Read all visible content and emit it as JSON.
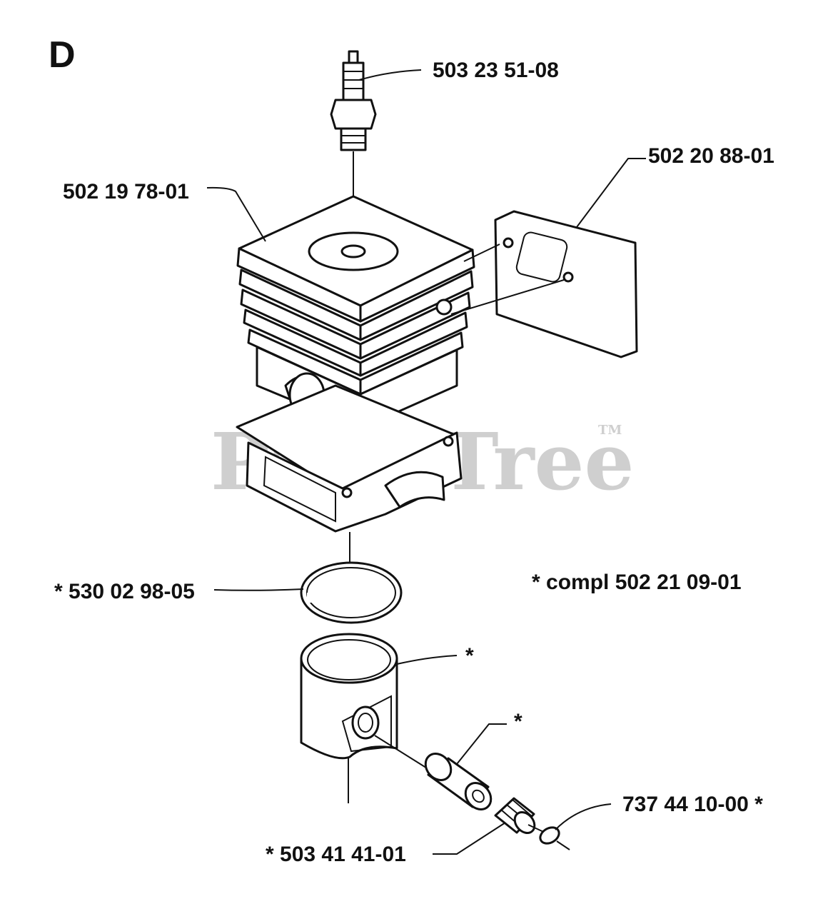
{
  "section_letter": "D",
  "watermark": {
    "text": "PartsTree",
    "tm": "TM"
  },
  "labels": {
    "spark_plug": "503 23 51-08",
    "gasket": "502 20 88-01",
    "cylinder": "502 19 78-01",
    "piston_ring": "* 530 02 98-05",
    "kit_note": "* compl 502 21 09-01",
    "piston": "*",
    "piston_pin": "*",
    "needle_bearing": "737 44 10-00 *",
    "bottom_part": "* 503 41 41-01"
  },
  "colors": {
    "ink": "#111111",
    "watermark": "#cfcfcf",
    "paper": "#ffffff"
  }
}
